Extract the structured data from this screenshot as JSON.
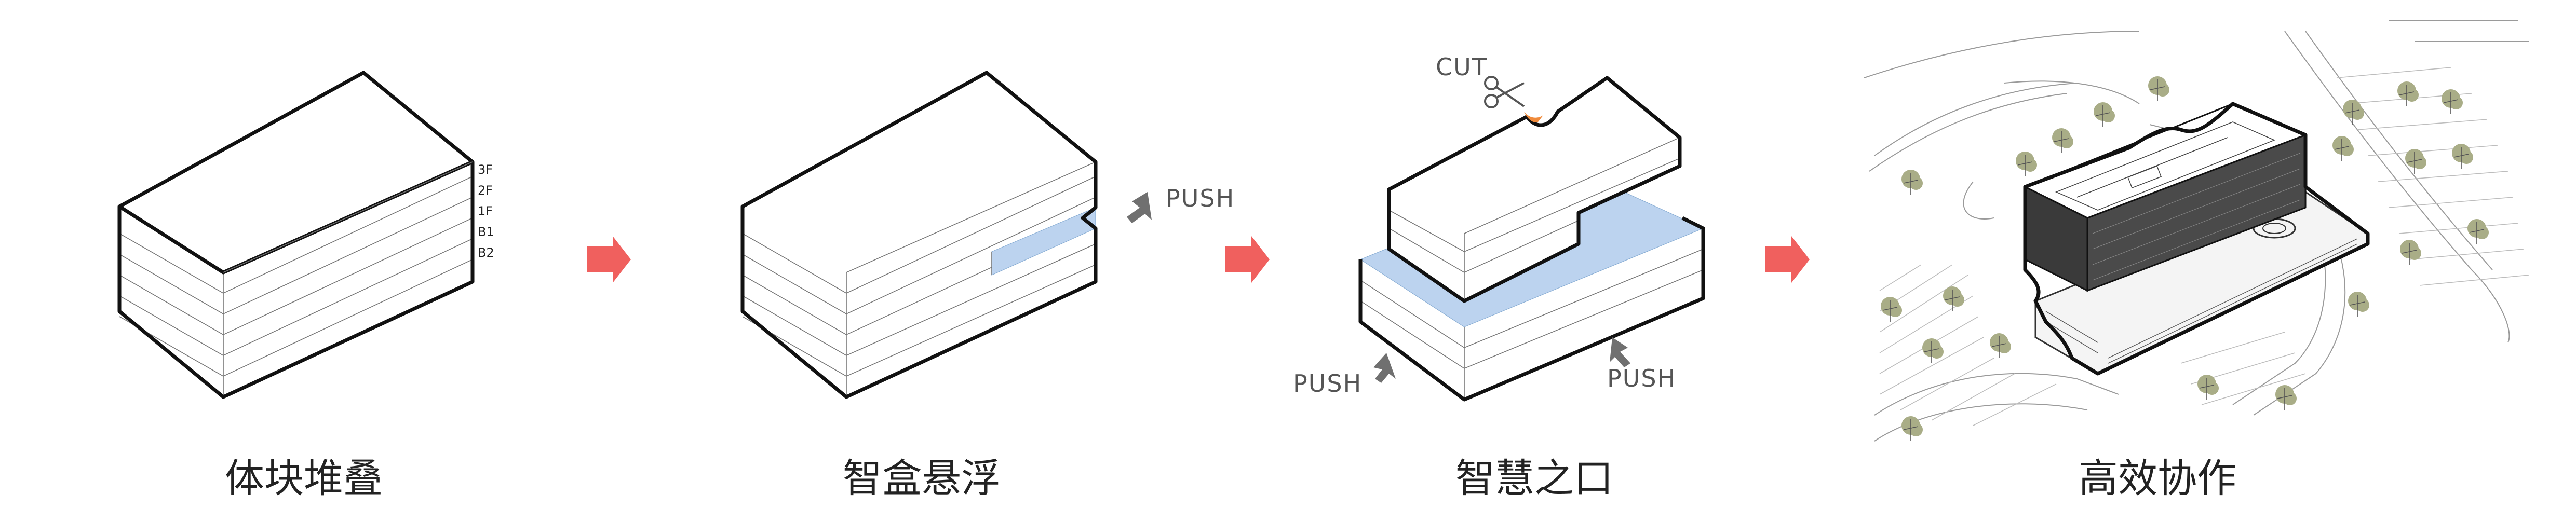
{
  "steps": [
    {
      "caption": "体块堆叠"
    },
    {
      "caption": "智盒悬浮",
      "push_label": "PUSH"
    },
    {
      "caption": "智慧之口",
      "cut_label": "CUT",
      "push_left_label": "PUSH",
      "push_right_label": "PUSH"
    },
    {
      "caption": "高效协作"
    }
  ],
  "floor_labels": [
    "3F",
    "2F",
    "1F",
    "B1",
    "B2"
  ],
  "colors": {
    "arrow": "#f0605e",
    "push_arrow": "#707070",
    "highlight": "#bcd3ef",
    "tree": "#a9ad87",
    "outline": "#111111"
  },
  "icons": [
    "right-arrow-icon",
    "push-arrow-icon",
    "scissors-icon",
    "tree-icon"
  ]
}
